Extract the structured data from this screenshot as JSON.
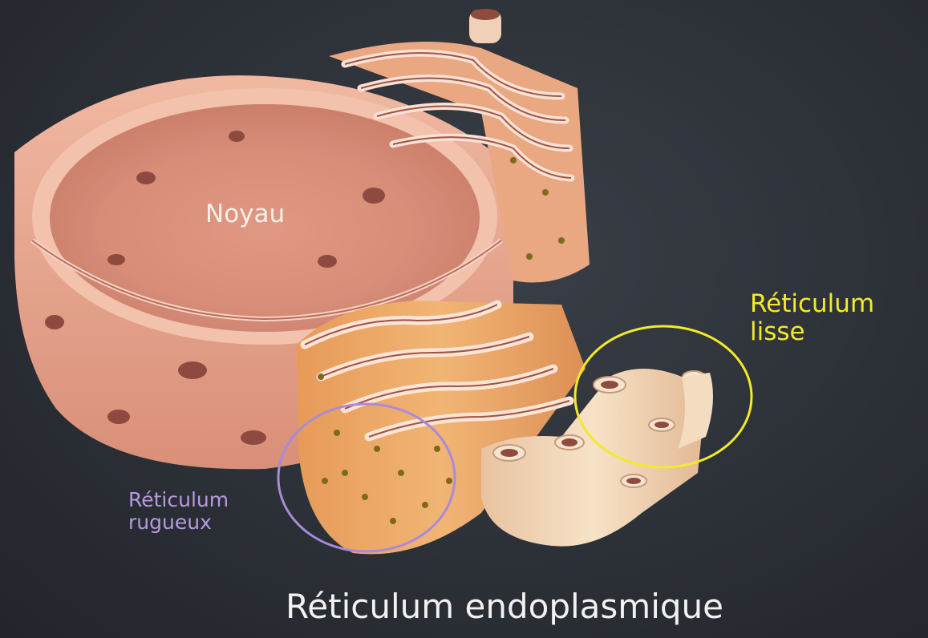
{
  "labels": {
    "noyau": "Noyau",
    "reticulum_rugueux_line1": "Réticulum",
    "reticulum_rugueux_line2": "rugueux",
    "reticulum_lisse_line1": "Réticulum",
    "reticulum_lisse_line2": "lisse",
    "caption": "Réticulum endoplasmique"
  },
  "colors": {
    "background": "#2c3037",
    "membrane_pink": "#e9a98f",
    "rough_er_orange": "#eca866",
    "smooth_er_cream": "#f3dcc0",
    "rough_er_circle": "#a98ad8",
    "smooth_er_circle": "#f3ea2a"
  }
}
